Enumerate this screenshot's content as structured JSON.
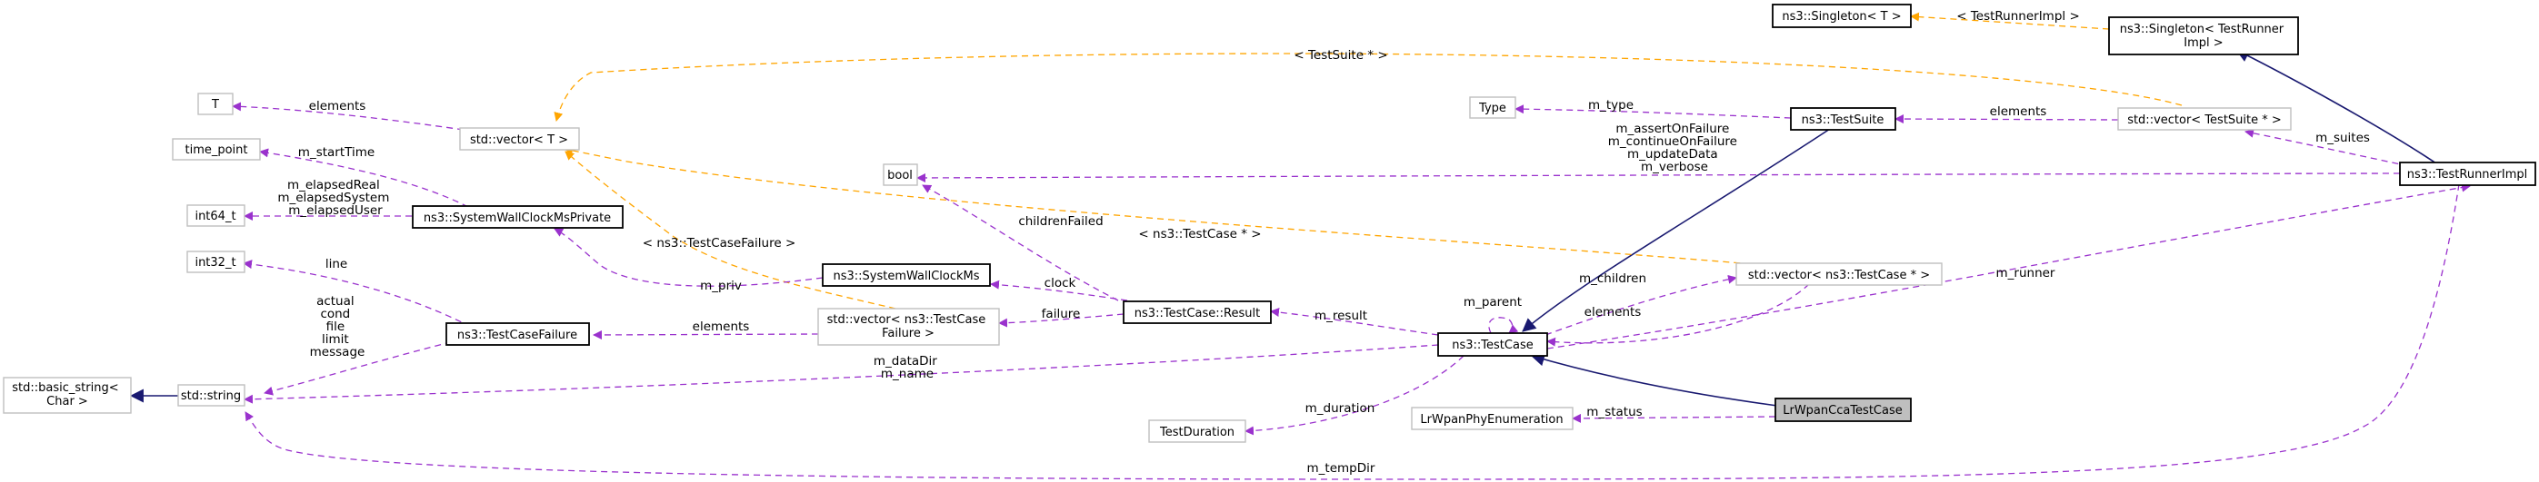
{
  "colors": {
    "usage_edge": "#9a32cd",
    "template_edge": "#ffa500",
    "inheritance_edge": "#191970",
    "focus_fill": "#bfbfbf"
  },
  "nodes": {
    "T": {
      "lines": [
        "T"
      ]
    },
    "time_point": {
      "lines": [
        "time_point"
      ]
    },
    "int64_t": {
      "lines": [
        "int64_t"
      ]
    },
    "int32_t": {
      "lines": [
        "int32_t"
      ]
    },
    "basic_string": {
      "lines": [
        "std::basic_string<",
        "Char >"
      ]
    },
    "string": {
      "lines": [
        "std::string"
      ]
    },
    "vector_t": {
      "lines": [
        "std::vector< T >"
      ]
    },
    "swcm_private": {
      "lines": [
        "ns3::SystemWallClockMsPrivate"
      ]
    },
    "test_case_failure": {
      "lines": [
        "ns3::TestCaseFailure"
      ]
    },
    "bool": {
      "lines": [
        "bool"
      ]
    },
    "swcm": {
      "lines": [
        "ns3::SystemWallClockMs"
      ]
    },
    "vector_tcf": {
      "lines": [
        "std::vector< ns3::TestCase",
        "Failure >"
      ]
    },
    "result": {
      "lines": [
        "ns3::TestCase::Result"
      ]
    },
    "test_duration": {
      "lines": [
        "TestDuration"
      ]
    },
    "lr_enum": {
      "lines": [
        "LrWpanPhyEnumeration"
      ]
    },
    "test_case": {
      "lines": [
        "ns3::TestCase"
      ]
    },
    "type": {
      "lines": [
        "Type"
      ]
    },
    "test_suite": {
      "lines": [
        "ns3::TestSuite"
      ]
    },
    "vector_tc": {
      "lines": [
        "std::vector< ns3::TestCase * >"
      ]
    },
    "vector_ts": {
      "lines": [
        "std::vector< TestSuite * >"
      ]
    },
    "singleton_t": {
      "lines": [
        "ns3::Singleton< T >"
      ]
    },
    "singleton_tr": {
      "lines": [
        "ns3::Singleton< TestRunner",
        "Impl >"
      ]
    },
    "test_runner": {
      "lines": [
        "ns3::TestRunnerImpl"
      ]
    },
    "lr_cca": {
      "lines": [
        "LrWpanCcaTestCase"
      ]
    }
  },
  "edge_labels": {
    "elements_vector_t": [
      "elements"
    ],
    "m_startTime": [
      "m_startTime"
    ],
    "m_elapsed": [
      "m_elapsedReal",
      "m_elapsedSystem",
      "m_elapsedUser"
    ],
    "line": [
      "line"
    ],
    "failure_fields": [
      "actual",
      "cond",
      "file",
      "limit",
      "message"
    ],
    "tcf_template": [
      "< ns3::TestCaseFailure >"
    ],
    "m_priv": [
      "m_priv"
    ],
    "elements_tcf": [
      "elements"
    ],
    "childrenFailed": [
      "childrenFailed"
    ],
    "clock": [
      "clock"
    ],
    "failure": [
      "failure"
    ],
    "m_result": [
      "m_result"
    ],
    "data_name": [
      "m_dataDir",
      "m_name"
    ],
    "m_duration": [
      "m_duration"
    ],
    "m_status": [
      "m_status"
    ],
    "m_parent": [
      "m_parent"
    ],
    "m_children": [
      "m_children"
    ],
    "elements_tc": [
      "elements"
    ],
    "tc_template": [
      "< ns3::TestCase * >"
    ],
    "m_type": [
      "m_type"
    ],
    "elements_ts": [
      "elements"
    ],
    "ts_template": [
      "< TestSuite * >"
    ],
    "runner_template": [
      "< TestRunnerImpl >"
    ],
    "m_suites": [
      "m_suites"
    ],
    "runner_bools": [
      "m_assertOnFailure",
      "m_continueOnFailure",
      "m_updateData",
      "m_verbose"
    ],
    "m_runner": [
      "m_runner"
    ],
    "m_tempDir": [
      "m_tempDir"
    ]
  }
}
